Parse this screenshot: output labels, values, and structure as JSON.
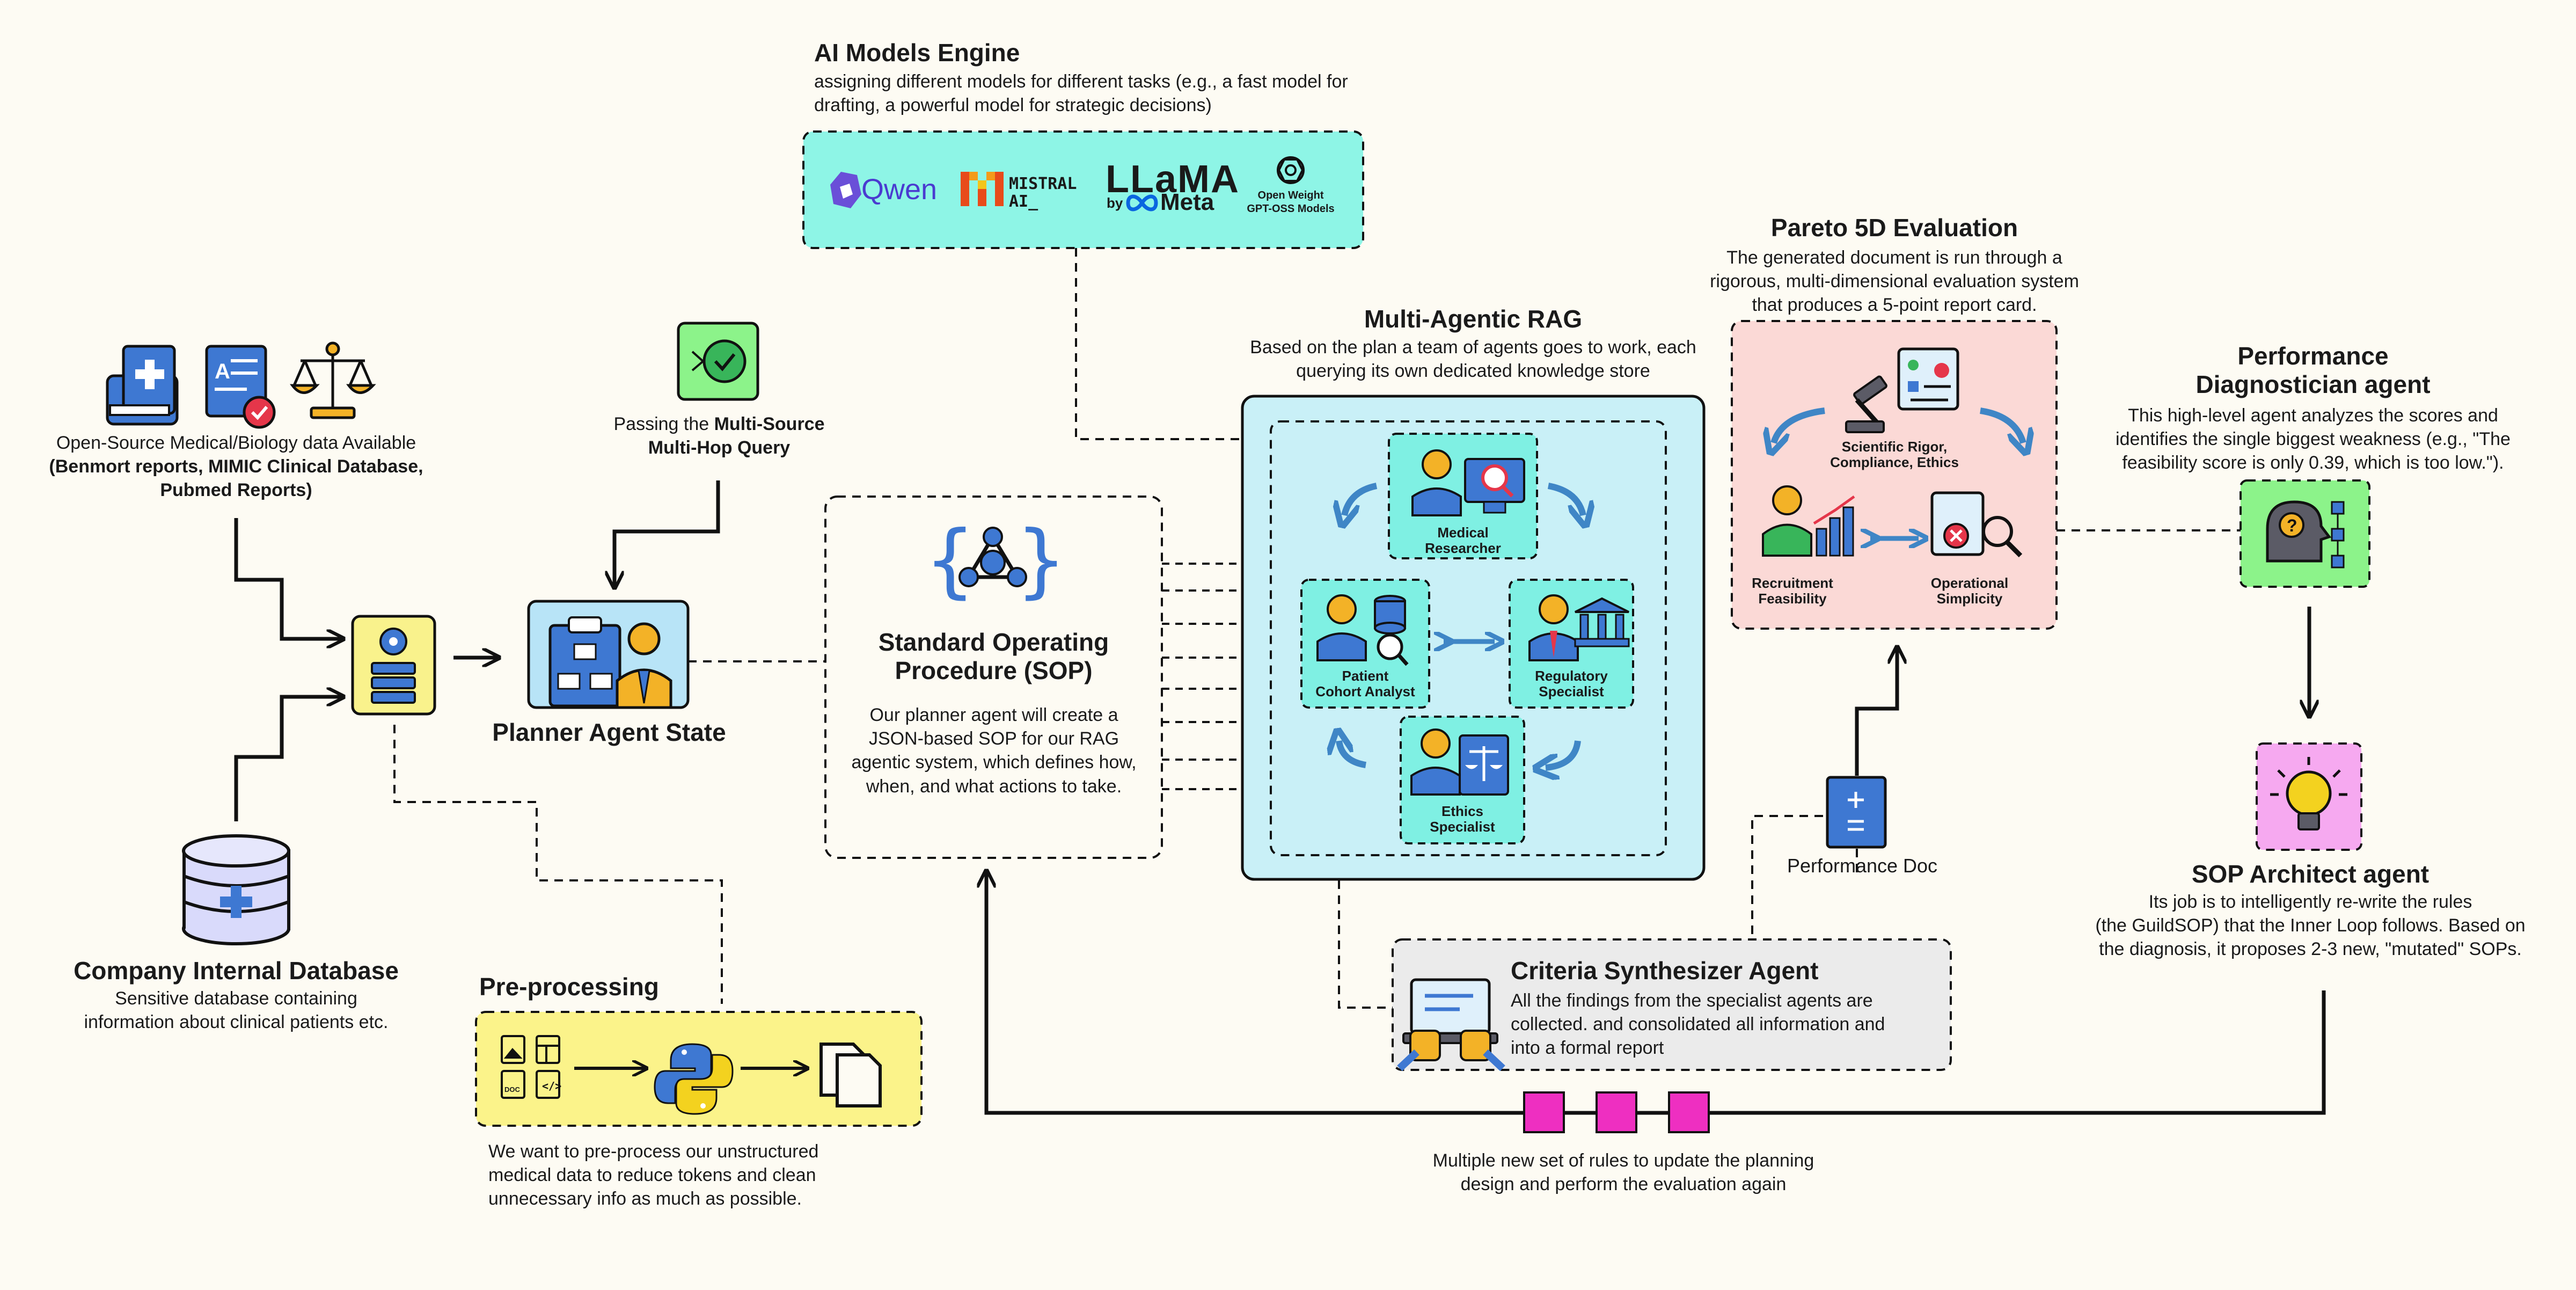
{
  "ai_engine": {
    "title": "AI Models Engine",
    "desc": "assigning different models for different tasks (e.g., a fast model for drafting, a powerful model for strategic decisions)",
    "models": {
      "qwen": "Qwen",
      "mistral_line1": "MISTRAL",
      "mistral_line2": "AI_",
      "llama": "LLaMA",
      "llama_by": "by",
      "meta": "Meta",
      "gpt_line1": "Open Weight",
      "gpt_line2": "GPT-OSS Models"
    }
  },
  "sources": {
    "line1": "Open-Source Medical/Biology data Available",
    "line2": "(Benmort reports, MIMIC Clinical Database,",
    "line3": "Pubmed Reports)"
  },
  "company_db": {
    "title": "Company Internal Database",
    "line1": "Sensitive database containing",
    "line2": "information about clinical patients etc."
  },
  "query": {
    "line1_prefix": "Passing the ",
    "line1_bold": "Multi-Source",
    "line2": "Multi-Hop Query"
  },
  "planner": {
    "title": "Planner Agent State"
  },
  "sop": {
    "title_line1": "Standard Operating",
    "title_line2": "Procedure (SOP)",
    "desc": "Our planner agent will create a JSON-based SOP for our RAG agentic system, which defines how, when, and what actions to take."
  },
  "preprocessing": {
    "title": "Pre-processing",
    "desc_line1": "We want to pre-process our unstructured",
    "desc_line2": "medical data to reduce tokens and clean",
    "desc_line3": "unnecessary info as much as possible.",
    "doc_label": "DOC"
  },
  "rag": {
    "title": "Multi-Agentic RAG",
    "desc_line1": "Based on the plan a team of agents goes to work, each",
    "desc_line2": "querying its own dedicated knowledge store",
    "agents": {
      "medical_1": "Medical",
      "medical_2": "Researcher",
      "cohort_1": "Patient",
      "cohort_2": "Cohort Analyst",
      "regulatory_1": "Regulatory",
      "regulatory_2": "Specialist",
      "ethics_1": "Ethics",
      "ethics_2": "Specialist"
    }
  },
  "pareto": {
    "title": "Pareto 5D Evaluation",
    "desc_line1": "The generated document is run through a",
    "desc_line2": "rigorous, multi-dimensional evaluation system",
    "desc_line3": "that produces a 5-point report card.",
    "rigor_1": "Scientific Rigor,",
    "rigor_2": "Compliance, Ethics",
    "recruit_1": "Recruitment",
    "recruit_2": "Feasibility",
    "ops_1": "Operational",
    "ops_2": "Simplicity"
  },
  "diagnostician": {
    "title_line1": "Performance",
    "title_line2": "Diagnostician agent",
    "desc_line1": "This high-level agent analyzes the scores and",
    "desc_line2": "identifies the single biggest weakness (e.g., \"The",
    "desc_line3": "feasibility score is only 0.39, which is too low.\")."
  },
  "architect": {
    "title": "SOP Architect agent",
    "desc_line1": "Its job is to intelligently re-write the rules",
    "desc_line2": "(the GuildSOP) that the Inner Loop follows. Based on",
    "desc_line3": "the diagnosis, it proposes 2-3 new, \"mutated\" SOPs."
  },
  "perf_doc": {
    "label": "Performance Doc"
  },
  "synthesizer": {
    "title": "Criteria Synthesizer Agent",
    "desc_line1": "All the findings from the specialist agents are",
    "desc_line2": "collected. and consolidated all information and",
    "desc_line3": "into a formal report"
  },
  "loop": {
    "line1": "Multiple new set of rules to update the planning",
    "line2": "design and perform the evaluation again"
  },
  "colors": {
    "teal_box": "#8ef5e6",
    "rag_bg": "#c9f0f7",
    "agent_box": "#7ff0e3",
    "pareto_bg": "#fbd9d6",
    "preproc_bg": "#fbf38a",
    "green_box": "#8cf38a",
    "pink_box": "#f6a9f0",
    "magenta": "#ee2fc1",
    "blue_arrow": "#3f86c6"
  }
}
